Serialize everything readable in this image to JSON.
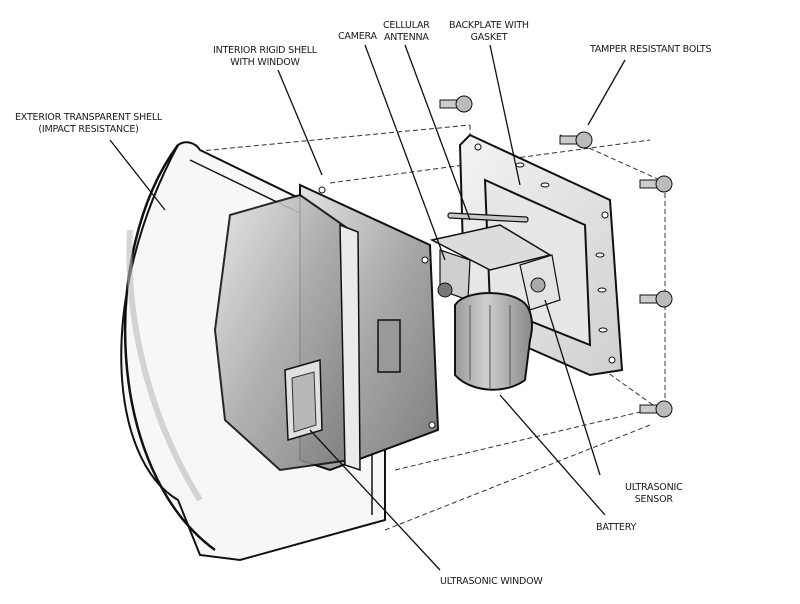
{
  "diagram": {
    "type": "exploded-view illustration",
    "subject": "Protective enclosure assembly",
    "style": "grayscale hand-drawn sketch",
    "colors": {
      "ink": "#1a1a1a",
      "shade_light": "#d9d9d9",
      "shade_mid": "#b5b5b5",
      "shade_dark": "#8a8a8a",
      "background": "#ffffff"
    },
    "labels": [
      {
        "id": "exterior-shell",
        "lines": [
          "EXTERIOR TRANSPARENT SHELL",
          "(IMPACT RESISTANCE)"
        ]
      },
      {
        "id": "interior-shell",
        "lines": [
          "INTERIOR RIGID SHELL",
          "WITH WINDOW"
        ]
      },
      {
        "id": "camera",
        "lines": [
          "CAMERA"
        ]
      },
      {
        "id": "cellular-antenna",
        "lines": [
          "CELLULAR",
          "ANTENNA"
        ]
      },
      {
        "id": "backplate",
        "lines": [
          "BACKPLATE WITH",
          "GASKET"
        ]
      },
      {
        "id": "tamper-bolts",
        "lines": [
          "TAMPER RESISTANT BOLTS"
        ]
      },
      {
        "id": "ultrasonic-sensor",
        "lines": [
          "ULTRASONIC",
          "SENSOR"
        ]
      },
      {
        "id": "battery",
        "lines": [
          "BATTERY"
        ]
      },
      {
        "id": "ultrasonic-window",
        "lines": [
          "ULTRASONIC WINDOW"
        ]
      }
    ],
    "bolt_count": 5
  }
}
